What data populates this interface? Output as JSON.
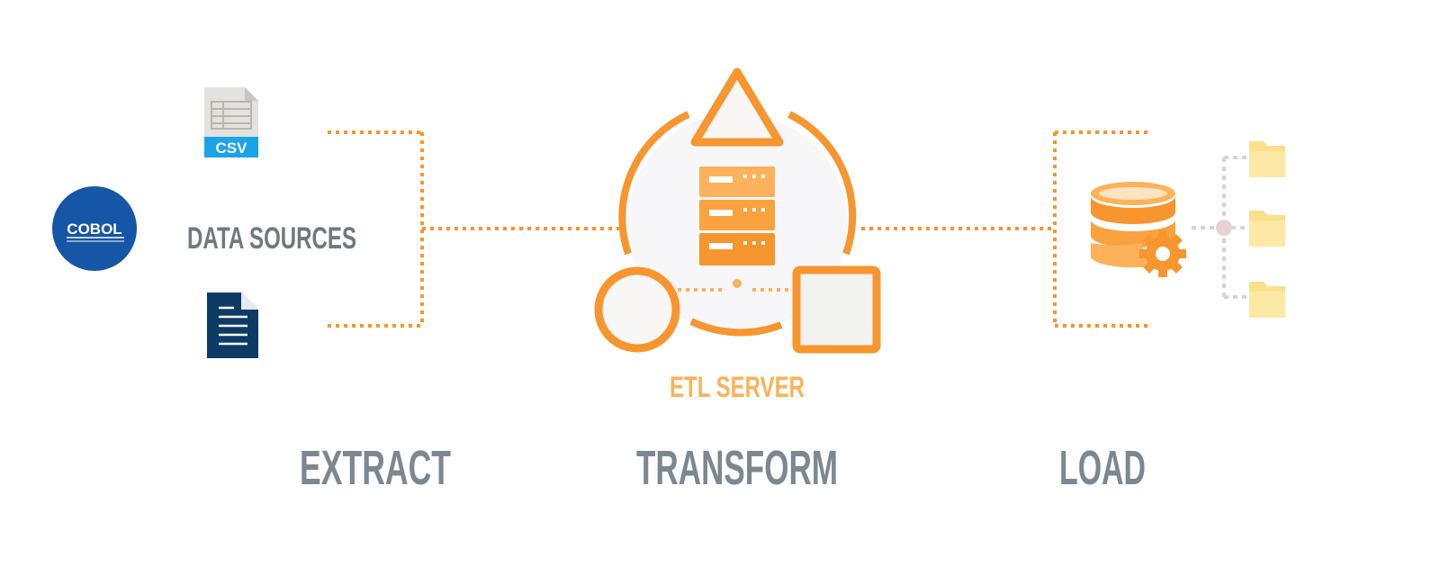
{
  "sources": {
    "label": "DATA SOURCES",
    "csv_badge": "CSV",
    "cobol_logo_text": "COBOL"
  },
  "etl": {
    "server_label": "ETL SERVER"
  },
  "stages": {
    "extract": "EXTRACT",
    "transform": "TRANSFORM",
    "load": "LOAD"
  },
  "icons": {
    "csv": "csv-file-icon",
    "cobol": "cobol-logo",
    "document": "document-icon",
    "triangle": "triangle-shape",
    "server": "server-rack-icon",
    "circle": "circle-shape",
    "square": "square-shape",
    "database": "database-gear-icon",
    "folders": "folder-icon"
  },
  "colors": {
    "accent": "#f7952f",
    "accent_light": "#fbb25a",
    "stage_text": "#7b8891",
    "source_text": "#6f7a80",
    "cobol_blue": "#1656a6",
    "doc_navy": "#0e3a66",
    "csv_blue": "#1aa3e8",
    "folder_yellow": "#fbe08a"
  }
}
